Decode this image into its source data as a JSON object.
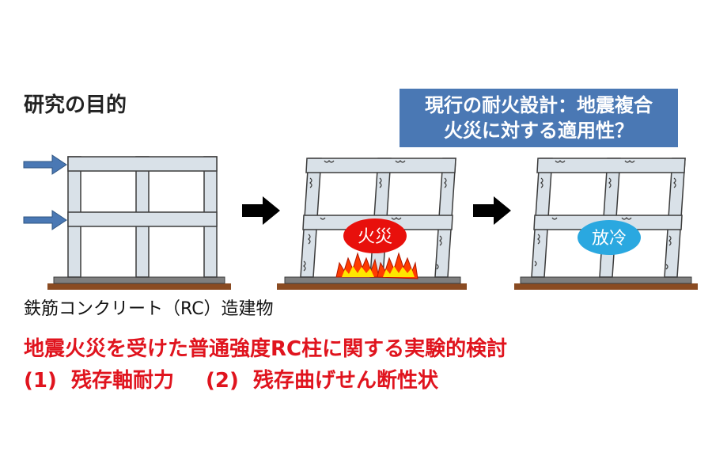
{
  "title": "研究の目的",
  "question": {
    "line1": "現行の耐火設計：地震複合",
    "line2": "火災に対する適用性？"
  },
  "labels": {
    "fire": "火災",
    "cooling": "放冷"
  },
  "caption": "鉄筋コンクリート（RC）造建物",
  "topic": {
    "line1": "地震火災を受けた普通強度RC柱に関する実験的検討",
    "item1_num": "(1)",
    "item1_text": "残存軸耐力",
    "item2_num": "(2)",
    "item2_text": "残存曲げせん断性状"
  },
  "colors": {
    "frame_fill": "#d9e1e8",
    "frame_stroke": "#3c3c3c",
    "ground": "#8a4b22",
    "slab": "#7f7f7f",
    "fire_badge": "#e8100c",
    "cool_badge": "#2aa8e0",
    "arrow_blue": "#4a78b4",
    "question_bg": "#4a78b4",
    "text_red": "#e0141e"
  }
}
